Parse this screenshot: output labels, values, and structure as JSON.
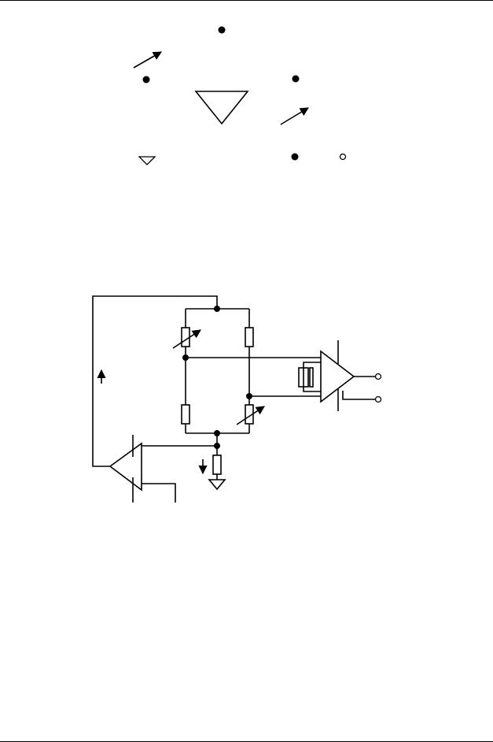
{
  "diagram": {
    "legend_symbols": [
      "junction-dot",
      "variable-arrow",
      "ground-triangle",
      "terminal-open-circle"
    ],
    "circuit": {
      "components": [
        "variable-resistor-top-left",
        "resistor-top-right",
        "resistor-bottom-left",
        "variable-resistor-bottom-right",
        "differential-amplifier",
        "feedback-resistor",
        "driver-amplifier",
        "sense-resistor",
        "ground"
      ]
    },
    "colors": {
      "line": "#000000",
      "background": "#ffffff"
    }
  }
}
